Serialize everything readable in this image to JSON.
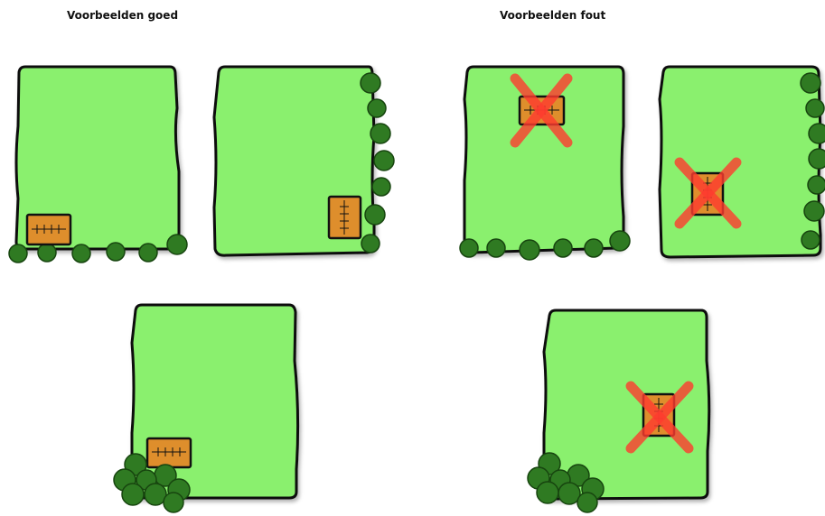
{
  "headings": {
    "good": "Voorbeelden goed",
    "bad": "Voorbeelden fout"
  },
  "colors": {
    "lawn": "#8af06e",
    "outline": "#111111",
    "shrub": "#2f7a22",
    "shrub_edge": "#17450f",
    "shed": "#de8e2c",
    "cross": "#ff3b2f"
  },
  "examples": [
    {
      "group": "goed",
      "shed": "bottom-left corner, horizontal",
      "shrubs": "along bottom edge",
      "crossed": false
    },
    {
      "group": "goed",
      "shed": "right edge near bottom, vertical",
      "shrubs": "along right edge",
      "crossed": false
    },
    {
      "group": "goed",
      "shed": "bottom-left corner, horizontal",
      "shrubs": "cluster at bottom-left",
      "crossed": false
    },
    {
      "group": "fout",
      "shed": "top center, horizontal",
      "shrubs": "along bottom edge",
      "crossed": true
    },
    {
      "group": "fout",
      "shed": "middle, vertical",
      "shrubs": "along right edge",
      "crossed": true
    },
    {
      "group": "fout",
      "shed": "middle right, vertical",
      "shrubs": "cluster at bottom-left",
      "crossed": true
    }
  ]
}
